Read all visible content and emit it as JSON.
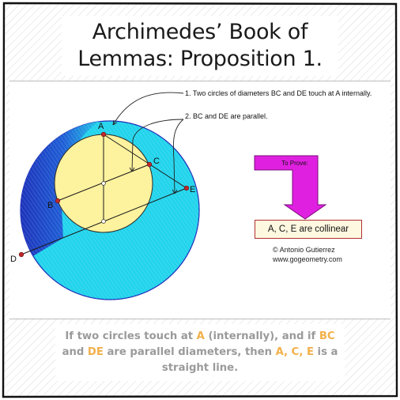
{
  "title": "Archimedes’ Book of\nLemmas: Proposition 1.",
  "annotations": [
    "1. Two circles of diameters BC and DE touch at A internally.",
    "2. BC and DE are parallel."
  ],
  "prove_label": "To Prove:",
  "result": "A, C, E are collinear",
  "credit": {
    "author": "© Antonio Gutierrez",
    "site": "www.gogeometry.com"
  },
  "caption": {
    "s1": "If two circles touch at ",
    "a": "A",
    "s2": " (internally), and if ",
    "bc": "BC",
    "s3": " and ",
    "de": "DE",
    "s4": " are parallel diameters, then ",
    "ace": "A, C, E",
    "s5": " is a straight line."
  },
  "points": {
    "A": "A",
    "B": "B",
    "C": "C",
    "D": "D",
    "E": "E"
  },
  "colors": {
    "big_circle": "#22d4ec",
    "big_circle_dark": "#1d2fb8",
    "small_circle": "#fdf29e",
    "points": "#c0282c",
    "arrow": "#e020e0",
    "stripes": "#ffffff"
  }
}
